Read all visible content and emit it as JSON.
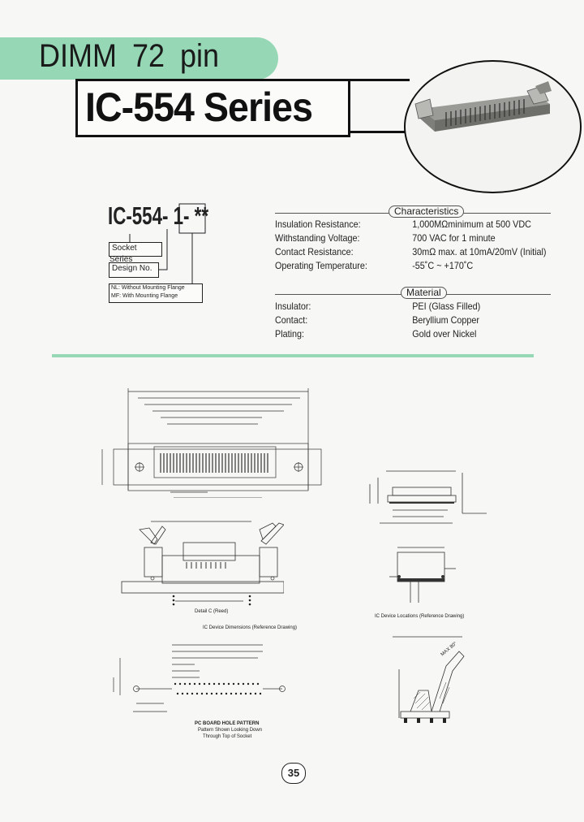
{
  "header": {
    "category": "DIMM  72 pin",
    "series": "IC-554 Series"
  },
  "part_number": {
    "code": "IC-554- 1- **",
    "socket_series": "Socket Series",
    "design_no": "Design No.",
    "legend_line1": "NL: Without Mounting Flange",
    "legend_line2": "MF: With Mounting Flange"
  },
  "characteristics": {
    "title": "Characteristics",
    "rows": [
      {
        "label": "Insulation Resistance:",
        "value": "1,000MΩminimum at 500 VDC"
      },
      {
        "label": "Withstanding Voltage:",
        "value": "700 VAC for 1 minute"
      },
      {
        "label": "Contact Resistance:",
        "value": "30mΩ max. at 10mA/20mV (Initial)"
      },
      {
        "label": "Operating Temperature:",
        "value": "-55˚C ~ +170˚C"
      }
    ]
  },
  "material": {
    "title": "Material",
    "rows": [
      {
        "label": "Insulator:",
        "value": "PEI (Glass Filled)"
      },
      {
        "label": "Contact:",
        "value": "Beryllium Copper"
      },
      {
        "label": "Plating:",
        "value": "Gold over Nickel"
      }
    ]
  },
  "drawings": {
    "caption_ic_dimensions": "IC Device Dimensions (Reference Drawing)",
    "caption_ic_locations": "IC Device Locations (Reference Drawing)",
    "caption_pcb_title": "PC BOARD HOLE PATTERN",
    "caption_pcb_sub1": "Pattern Shown Looking Down",
    "caption_pcb_sub2": "Through Top of Socket",
    "detail_c": "Detail C (Reed)",
    "max_label": "MAX 80°"
  },
  "page": {
    "number": "35"
  }
}
